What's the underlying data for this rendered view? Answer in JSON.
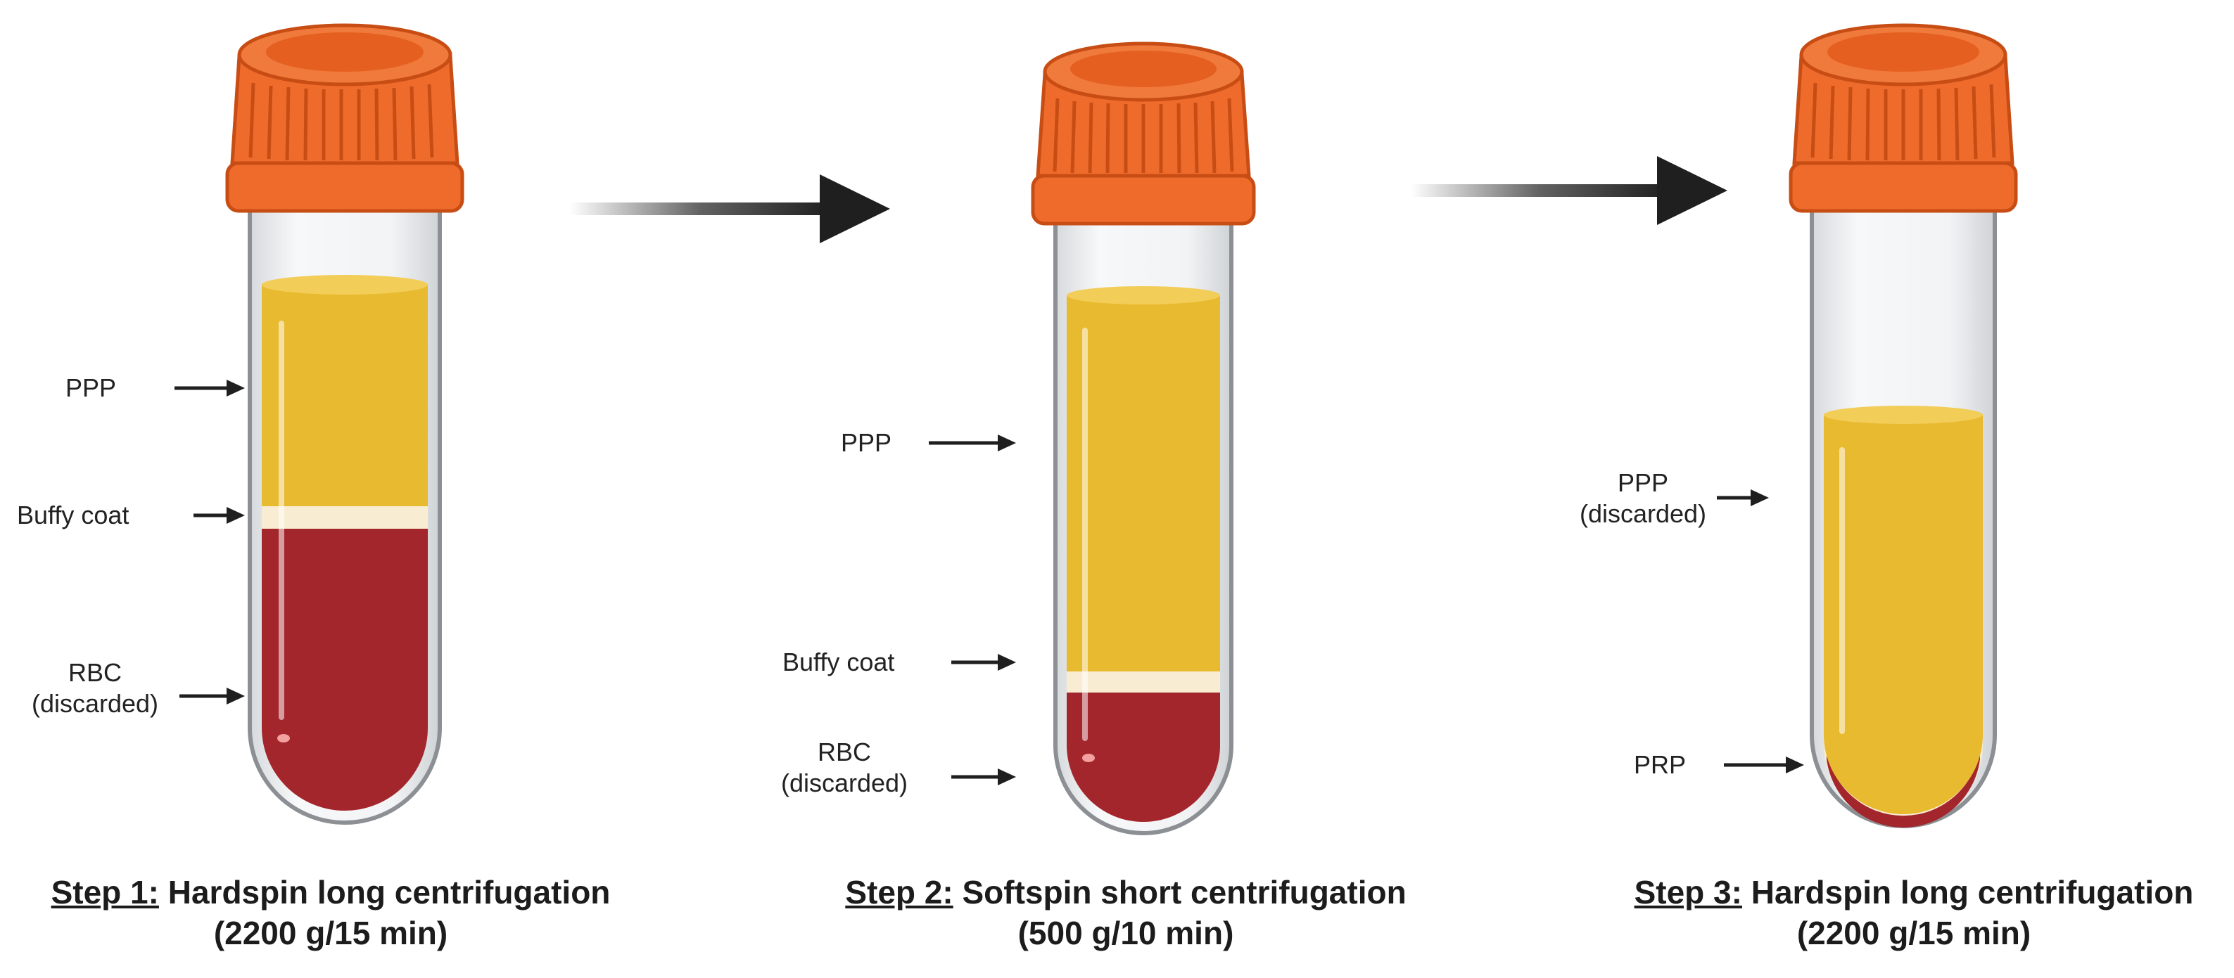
{
  "colors": {
    "cap": "#ee6b2c",
    "cap_dark": "#c84d14",
    "plasma": "#e8ba30",
    "plasma_light": "#f2cd57",
    "buffy": "#f8ecd2",
    "rbc": "#a3262c",
    "rbc_dark": "#7d1a1f",
    "glass": "#eef0f2",
    "glass_edge": "#8c9094",
    "arrow": "#1f1f1f"
  },
  "icons": [
    "centrifuge-tube-icon",
    "arrow-right-icon"
  ],
  "steps": [
    {
      "labels": {
        "ppp": "PPP",
        "buffy": "Buffy coat",
        "rbc1": "RBC",
        "rbc2": "(discarded)"
      },
      "caption": {
        "prefix": "Step 1:",
        "title": "Hardspin long centrifugation",
        "params": "(2200 g/15 min)"
      }
    },
    {
      "labels": {
        "ppp": "PPP",
        "buffy": "Buffy coat",
        "rbc1": "RBC",
        "rbc2": "(discarded)"
      },
      "caption": {
        "prefix": "Step 2:",
        "title": "Softspin short centrifugation",
        "params": "(500 g/10 min)"
      }
    },
    {
      "labels": {
        "ppp1": "PPP",
        "ppp2": "(discarded)",
        "prp": "PRP"
      },
      "caption": {
        "prefix": "Step 3:",
        "title": "Hardspin long centrifugation",
        "params": "(2200 g/15 min)"
      }
    }
  ]
}
